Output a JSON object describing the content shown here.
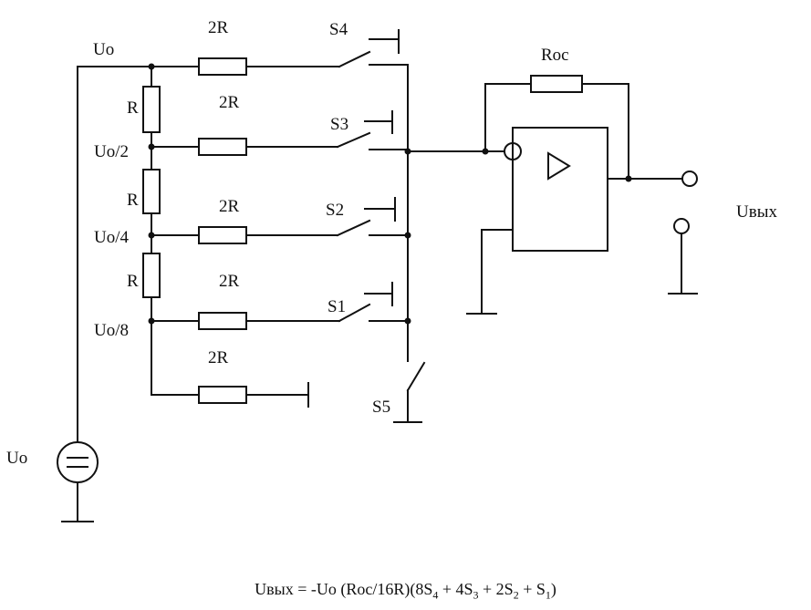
{
  "labels": {
    "uo_top": "Uo",
    "uo_half": "Uo/2",
    "uo_quarter": "Uo/4",
    "uo_eighth": "Uo/8",
    "uo_source": "Uo",
    "r": "R",
    "two_r": "2R",
    "roc": "Roc",
    "s1": "S1",
    "s2": "S2",
    "s3": "S3",
    "s4": "S4",
    "s5": "S5",
    "uout": "Uвых"
  },
  "formula": {
    "lhs": "Uвых",
    "eq": " = -Uo (Roc/16R)(8S",
    "s4": "4",
    "p1": " + 4S",
    "s3": "3",
    "p2": " + 2S",
    "s2": "2",
    "p3": " + S",
    "s1": "1",
    "end": ")"
  }
}
